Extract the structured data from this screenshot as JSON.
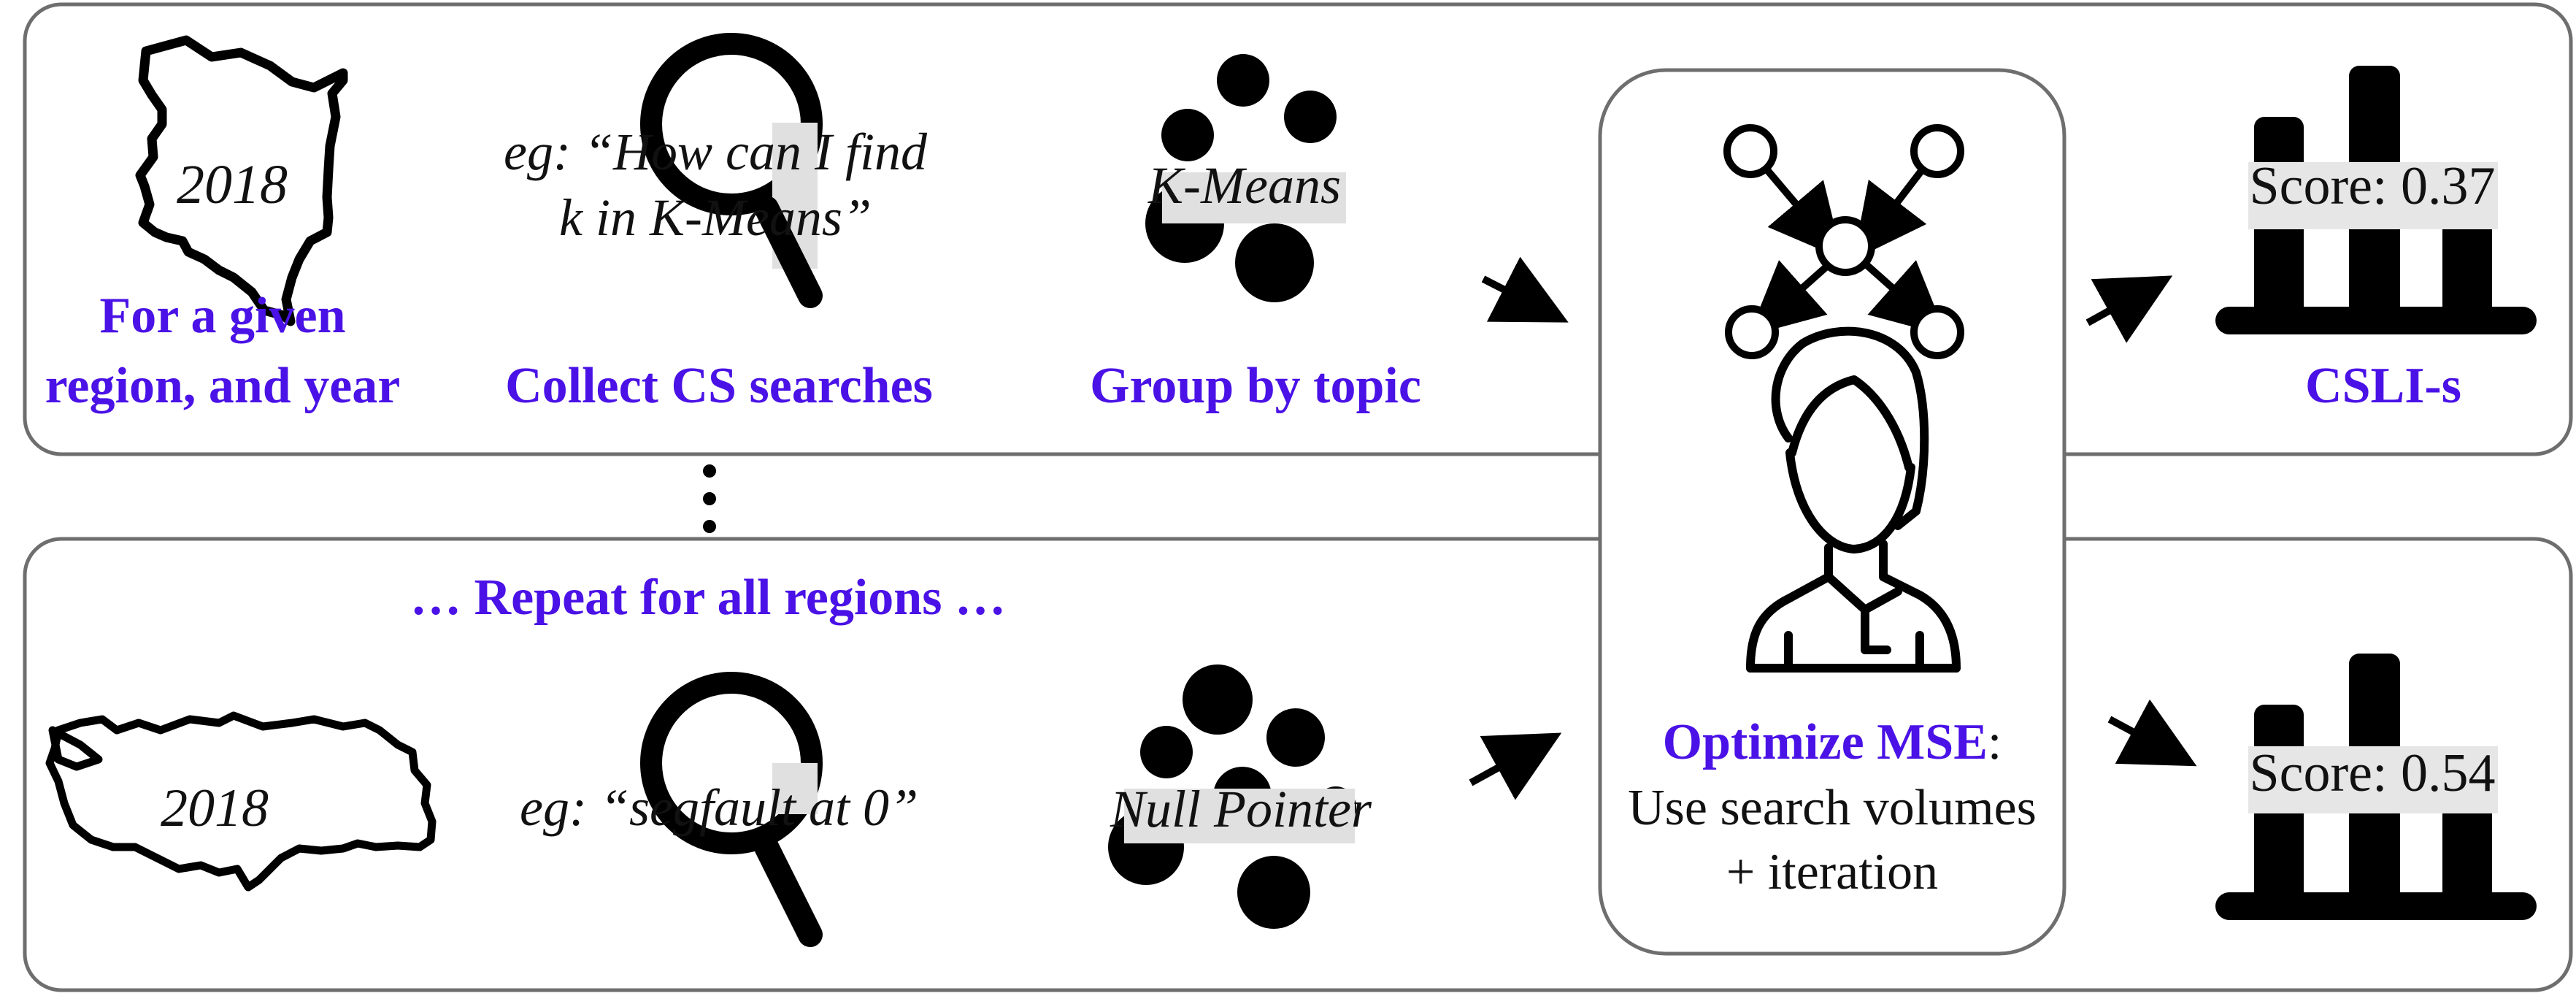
{
  "top_row": {
    "map_year": "2018",
    "step1_line1": "For a given",
    "step1_line2": "region, and year",
    "query_line1": "eg: “How can I find",
    "query_line2": "k in K-Means”",
    "step2": "Collect CS searches",
    "cluster_label": "K-Means",
    "step3": "Group by topic",
    "score": "Score: 0.37",
    "output": "CSLI-s"
  },
  "bottom_row": {
    "repeat": "… Repeat for all regions …",
    "map_year": "2018",
    "query": "eg: “segfault at 0”",
    "cluster_label": "Null Pointer",
    "score": "Score: 0.54"
  },
  "optimizer": {
    "title": "Optimize MSE",
    "title_suffix": ":",
    "line2": "Use search volumes",
    "line3": "+ iteration"
  },
  "icons": {
    "kenya_map": "kenya-map-icon",
    "turkey_map": "turkey-map-icon",
    "search": "magnifier-icon",
    "clusters": "cluster-icon",
    "network": "network-icon",
    "person": "person-icon",
    "bar_chart": "bar-chart-icon",
    "arrow": "arrow-icon",
    "ellipsis": "vertical-dots-icon"
  },
  "colors": {
    "accent": "#4a12e6",
    "ink": "#000000",
    "panel_border": "#6e6e6e"
  }
}
